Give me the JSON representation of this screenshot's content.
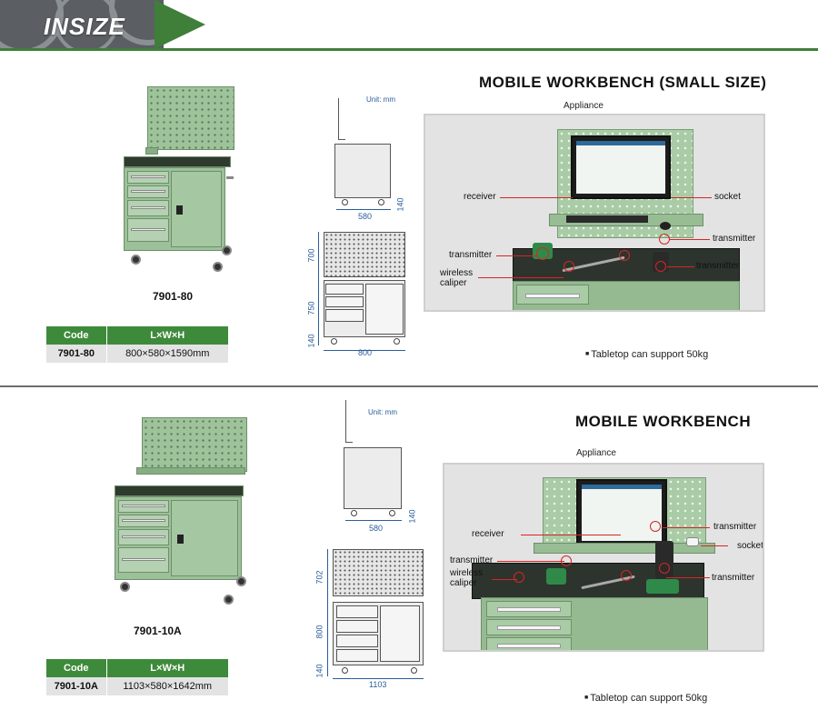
{
  "brand": {
    "logo_text": "INSIZE",
    "accent_color": "#3f7f3a"
  },
  "sections": [
    {
      "title": "MOBILE WORKBENCH (SMALL SIZE)",
      "model": "7901-80",
      "spec_header": [
        "Code",
        "L×W×H"
      ],
      "spec_row": [
        "7901-80",
        "800×580×1590mm"
      ],
      "unit_label": "Unit: mm",
      "dims": {
        "side_width": "580",
        "side_wheel_h": "140",
        "front_board_h": "700",
        "front_body_h": "750",
        "front_wheel_h": "140",
        "front_width": "800"
      },
      "appliance_label": "Appliance",
      "callouts": [
        "receiver",
        "socket",
        "transmitter",
        "transmitter",
        "transmitter",
        "wireless\ncaliper"
      ],
      "note": "Tabletop can support 50kg"
    },
    {
      "title": "MOBILE WORKBENCH",
      "model": "7901-10A",
      "spec_header": [
        "Code",
        "L×W×H"
      ],
      "spec_row": [
        "7901-10A",
        "1103×580×1642mm"
      ],
      "unit_label": "Unit: mm",
      "dims": {
        "side_width": "580",
        "side_wheel_h": "140",
        "front_board_h": "702",
        "front_body_h": "800",
        "front_wheel_h": "140",
        "front_width": "1103"
      },
      "appliance_label": "Appliance",
      "callouts": [
        "receiver",
        "transmitter",
        "socket",
        "transmitter",
        "wireless\ncaliper",
        "transmitter"
      ],
      "note": "Tabletop can support 50kg"
    }
  ]
}
